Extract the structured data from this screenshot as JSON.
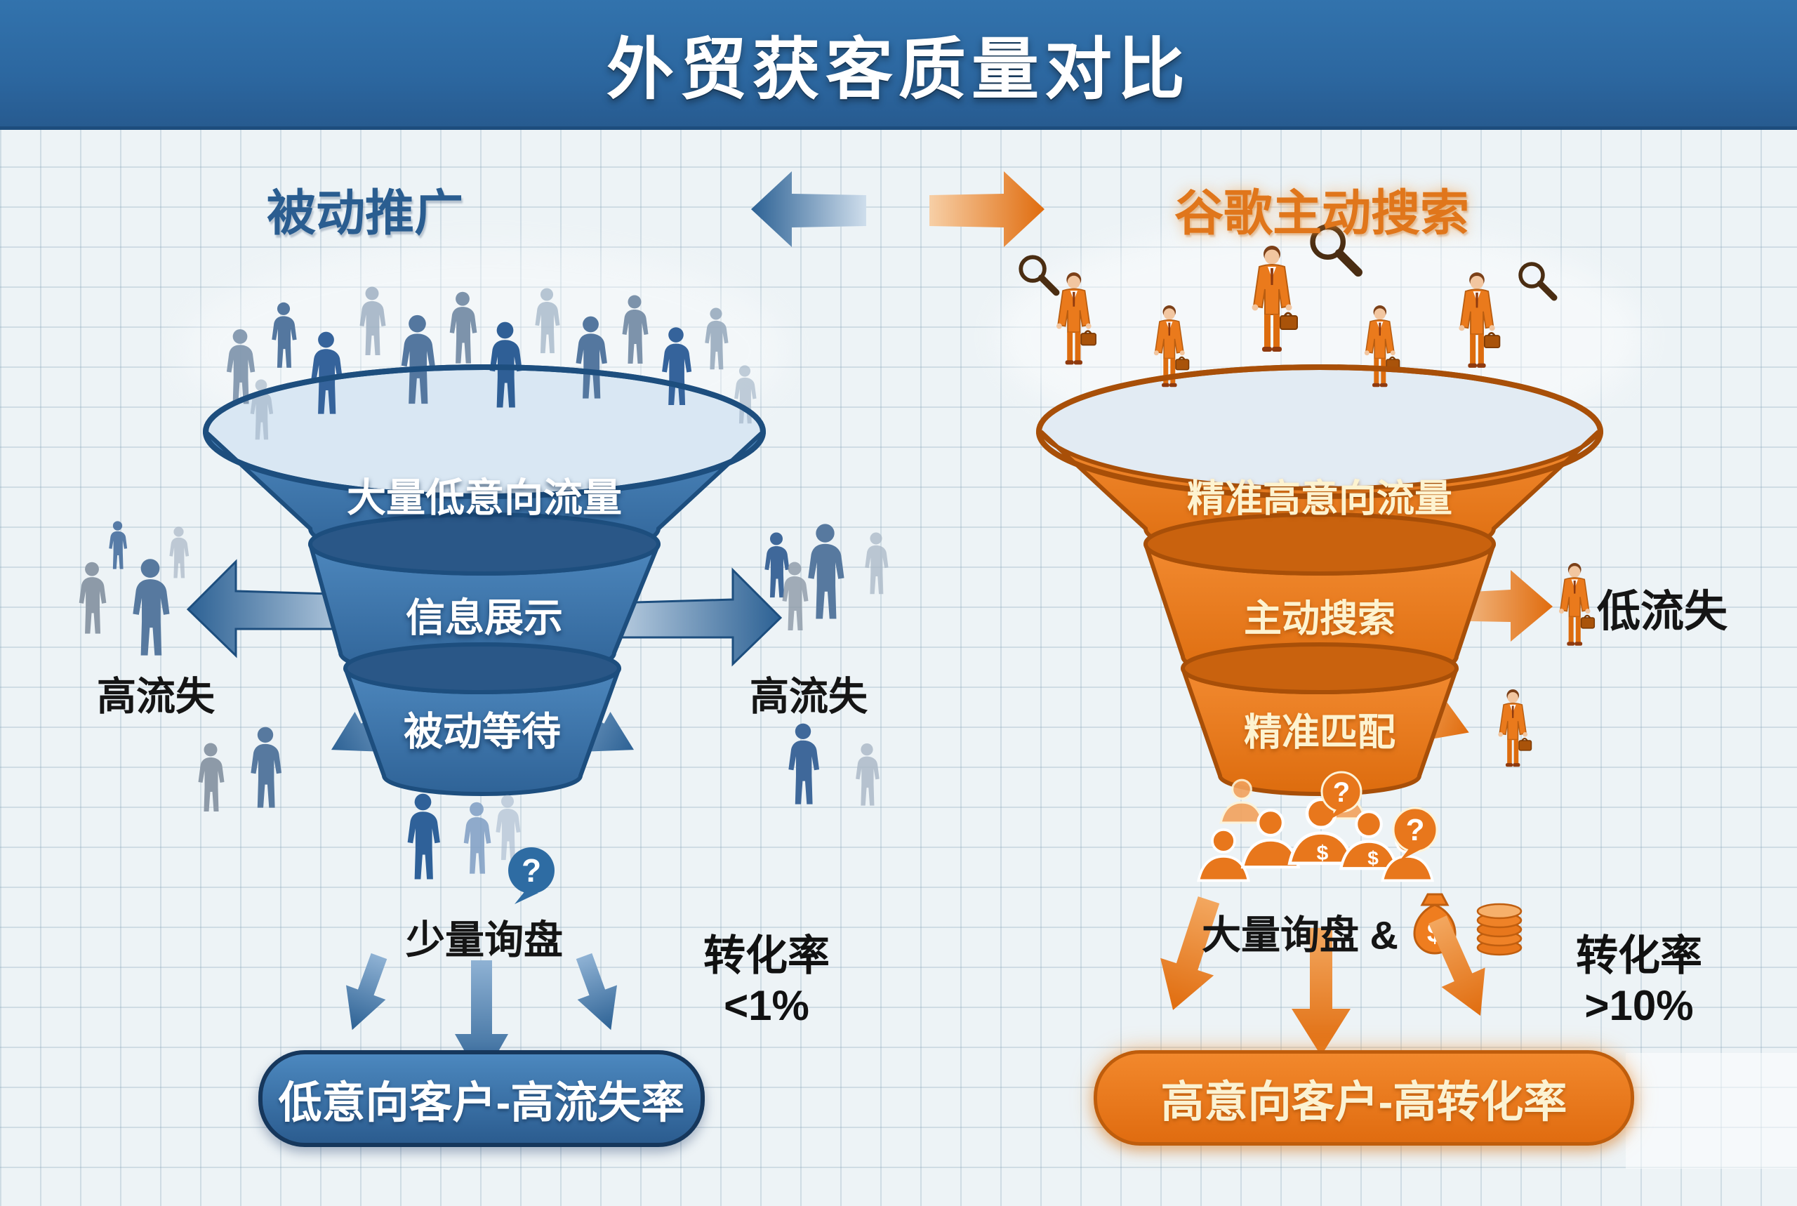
{
  "header": {
    "title": "外贸获客质量对比",
    "bg_color": "#2c67a0"
  },
  "left": {
    "title": "被动推广",
    "accent_color": "#2e6ca3",
    "funnel_tiers": [
      {
        "label": "大量低意向流量"
      },
      {
        "label": "信息展示"
      },
      {
        "label": "被动等待"
      }
    ],
    "churn_label_left": "高流失",
    "churn_label_right": "高流失",
    "inquiries_label": "少量询盘",
    "conversion": {
      "label": "转化率",
      "value": "<1%"
    },
    "result": "低意向客户-高流失率"
  },
  "right": {
    "title": "谷歌主动搜索",
    "accent_color": "#e8771c",
    "funnel_tiers": [
      {
        "label": "精准高意向流量"
      },
      {
        "label": "主动搜索"
      },
      {
        "label": "精准匹配"
      }
    ],
    "churn_label": "低流失",
    "inquiries_label": "大量询盘 &",
    "conversion": {
      "label": "转化率",
      "value": ">10%"
    },
    "result": "高意向客户-高转化率"
  },
  "icons": {
    "question_mark": "?",
    "dollar": "$"
  }
}
